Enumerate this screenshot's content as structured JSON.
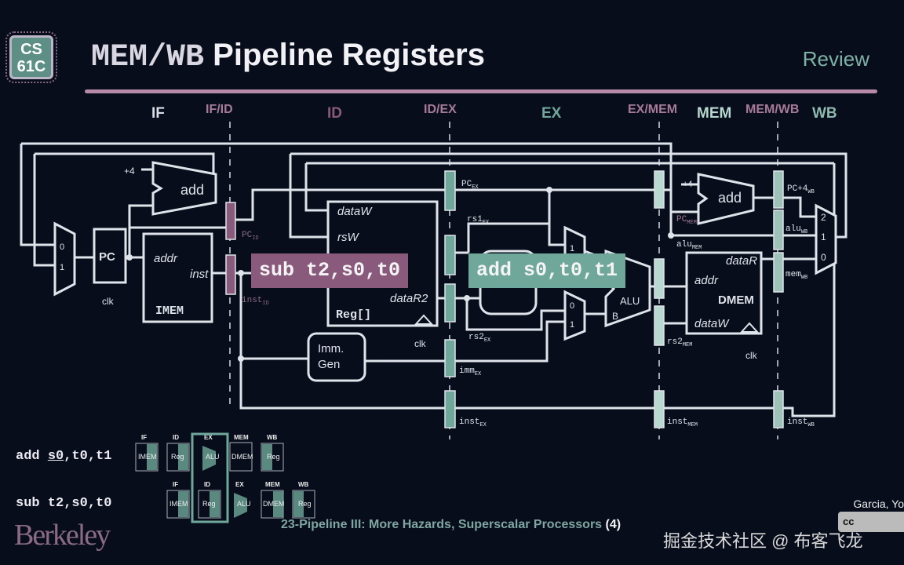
{
  "header": {
    "logo": "CS 61C",
    "title_mono": "MEM/WB",
    "title_sans": "Pipeline Registers",
    "tag": "Review"
  },
  "stages": {
    "if": "IF",
    "if_id": "IF/ID",
    "id": "ID",
    "id_ex": "ID/EX",
    "ex": "EX",
    "ex_mem": "EX/MEM",
    "mem": "MEM",
    "mem_wb": "MEM/WB",
    "wb": "WB"
  },
  "diagram": {
    "plus4": "+4",
    "add": "add",
    "pc": "PC",
    "clk": "clk",
    "imem": "IMEM",
    "addr": "addr",
    "inst": "inst",
    "mux0": "0",
    "mux1": "1",
    "mux2": "2",
    "pc_id": {
      "main": "PC",
      "sub": "ID"
    },
    "inst_id": {
      "main": "inst",
      "sub": "ID"
    },
    "dataW": "dataW",
    "rsW": "rsW",
    "dataR2": "dataR2",
    "reg": "Reg[]",
    "imm_gen_1": "Imm.",
    "imm_gen_2": "Gen",
    "pc_ex": {
      "main": "PC",
      "sub": "EX"
    },
    "rs1_ex": {
      "main": "rs1",
      "sub": "EX"
    },
    "rs2_ex": {
      "main": "rs2",
      "sub": "EX"
    },
    "imm_ex": {
      "main": "imm",
      "sub": "EX"
    },
    "inst_ex": {
      "main": "inst",
      "sub": "EX"
    },
    "alu": "ALU",
    "alu_b": "B",
    "pc_mem": {
      "main": "PC",
      "sub": "MEM"
    },
    "alu_mem": {
      "main": "alu",
      "sub": "MEM"
    },
    "rs2_mem": {
      "main": "rs2",
      "sub": "MEM"
    },
    "inst_mem": {
      "main": "inst",
      "sub": "MEM"
    },
    "dmem": "DMEM",
    "dataR": "dataR",
    "pc4_wb": {
      "main": "PC+4",
      "sub": "WB"
    },
    "alu_wb": {
      "main": "alu",
      "sub": "WB"
    },
    "mem_wb": {
      "main": "mem",
      "sub": "WB"
    },
    "inst_wb": {
      "main": "inst",
      "sub": "WB"
    }
  },
  "overlays": {
    "id_instruction": "sub t2,s0,t0",
    "ex_instruction": "add s0,t0,t1"
  },
  "mini_pipeline": {
    "instr1": {
      "op": "add ",
      "dest": "s0",
      "rest": ",t0,t1"
    },
    "instr2": "sub t2,s0,t0",
    "stage_labels": [
      "IF",
      "ID",
      "EX",
      "MEM",
      "WB"
    ],
    "units": [
      "IMEM",
      "Reg",
      "ALU",
      "DMEM",
      "Reg"
    ]
  },
  "footer": {
    "lecture": "23-Pipeline III: More Hazards, Superscalar Processors",
    "page": "(4)",
    "author": "Garcia, Yo",
    "license": "cc",
    "institution_logo": "Berkeley",
    "watermark": "掘金技术社区 @ 布客飞龙"
  },
  "colors": {
    "background": "#070d1b",
    "teal": "#6fa89a",
    "mauve": "#8a5a7d",
    "line": "#dfe3ea"
  }
}
